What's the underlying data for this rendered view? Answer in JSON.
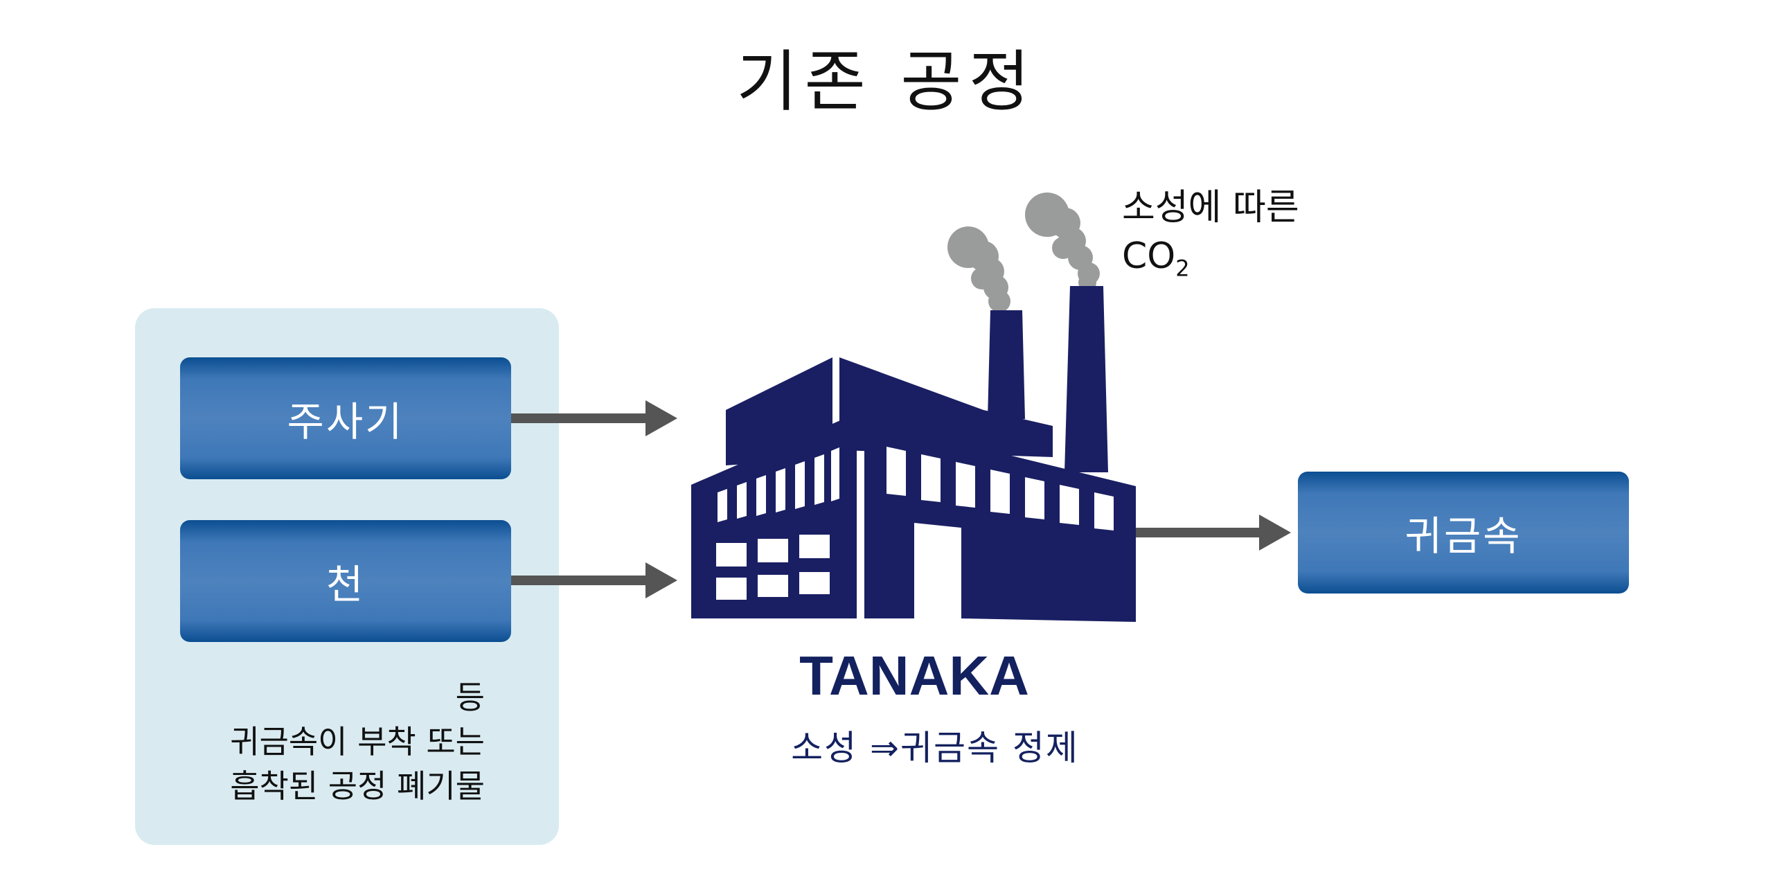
{
  "title": "기존 공정",
  "inputs": [
    {
      "label": "주사기"
    },
    {
      "label": "천"
    }
  ],
  "input_note": {
    "line1": "등",
    "line2": "귀금속이 부착 또는",
    "line3": "흡착된 공정 폐기물"
  },
  "emission": {
    "text": "소성에 따른",
    "formula": "CO",
    "subscript": "2"
  },
  "factory": {
    "brand": "TANAKA",
    "process": "소성 ⇒귀금속 정제"
  },
  "output": {
    "label": "귀금속"
  },
  "colors": {
    "factory": "#1a1f63",
    "smoke": "#9a9c9b",
    "arrow": "#555555",
    "panel": "#d9ebf1",
    "pill": "#4d82bd"
  },
  "icons": [
    "factory-icon",
    "smoke-icon",
    "arrow-right-icon"
  ]
}
